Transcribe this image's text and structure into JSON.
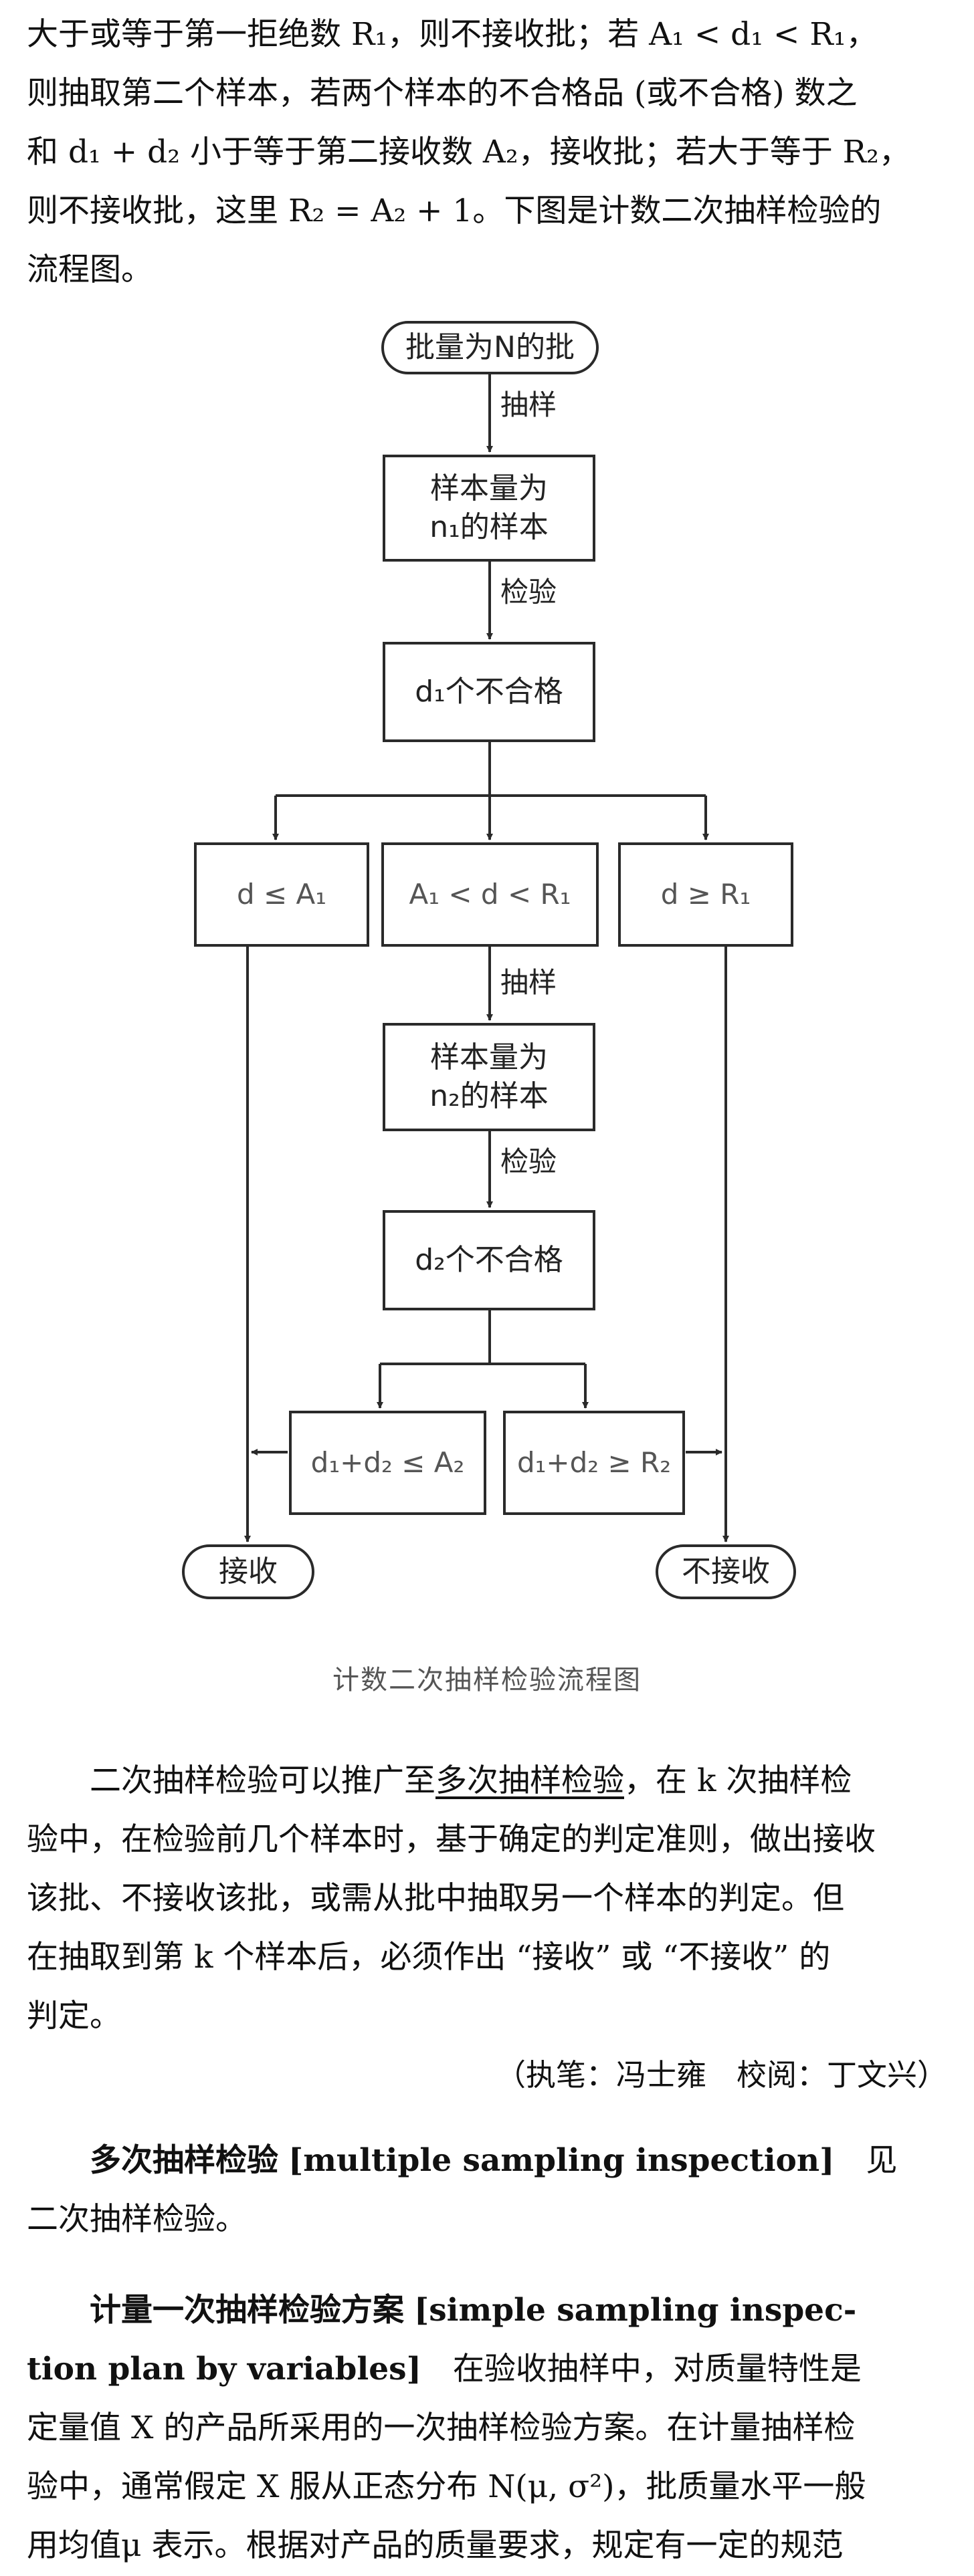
{
  "intro": {
    "lines": [
      "大于或等于第一拒绝数 R₁，则不接收批；若 A₁ < d₁ < R₁，",
      "则抽取第二个样本，若两个样本的不合格品 (或不合格) 数之",
      "和 d₁ + d₂ 小于等于第二接收数 A₂，接收批；若大于等于 R₂，",
      "则不接收批，这里 R₂ = A₂ + 1。下图是计数二次抽样检验的",
      "流程图。"
    ]
  },
  "flowchart": {
    "start": "批量为N的批",
    "sample1": "样本量为\nn₁的样本",
    "defects1": "d₁个不合格",
    "cond_accept1": "d ≤ A₁",
    "cond_mid": "A₁ < d < R₁",
    "cond_reject1": "d ≥ R₁",
    "sample2": "样本量为\nn₂的样本",
    "defects2": "d₂个不合格",
    "cond_accept2": "d₁+d₂ ≤ A₂",
    "cond_reject2": "d₁+d₂ ≥ R₂",
    "accept": "接收",
    "reject": "不接收",
    "edge_sampling_1": "抽样",
    "edge_inspect_1": "检验",
    "edge_sampling_2": "抽样",
    "edge_inspect_2": "检验",
    "caption": "计数二次抽样检验流程图"
  },
  "body": {
    "para1_lines": [
      {
        "pre": "二次抽样检验可以推广至",
        "link": "多次抽样检验",
        "post": "，在 k 次抽样检"
      },
      {
        "pre": "验中，在检验前几个样本时，基于确定的判定准则，做出接收",
        "link": "",
        "post": ""
      },
      {
        "pre": "该批、不接收该批，或需从批中抽取另一个样本的判定。但",
        "link": "",
        "post": ""
      },
      {
        "pre": "在抽取到第 k 个样本后，必须作出 “接收” 或 “不接收” 的",
        "link": "",
        "post": ""
      },
      {
        "pre": "判定。",
        "link": "",
        "post": ""
      }
    ],
    "attribution": "（执笔：冯士雍　校阅：丁文兴）"
  },
  "entry_multiple": {
    "term": "多次抽样检验",
    "english": "[multiple sampling inspection]",
    "line1_tail": "见",
    "line2": "二次抽样检验。"
  },
  "entry_variables": {
    "term": "计量一次抽样检验方案",
    "english_part1": "[simple sampling inspec-",
    "english_part2": "tion plan by variables]",
    "line2_tail": "在验收抽样中，对质量特性是",
    "lines": [
      "定量值 X 的产品所采用的一次抽样检验方案。在计量抽样检",
      "验中，通常假定 X 服从正态分布 N(μ, σ²)，批质量水平一般",
      "用均值μ 表示。根据对产品的质量要求，规定有一定的规范"
    ]
  }
}
